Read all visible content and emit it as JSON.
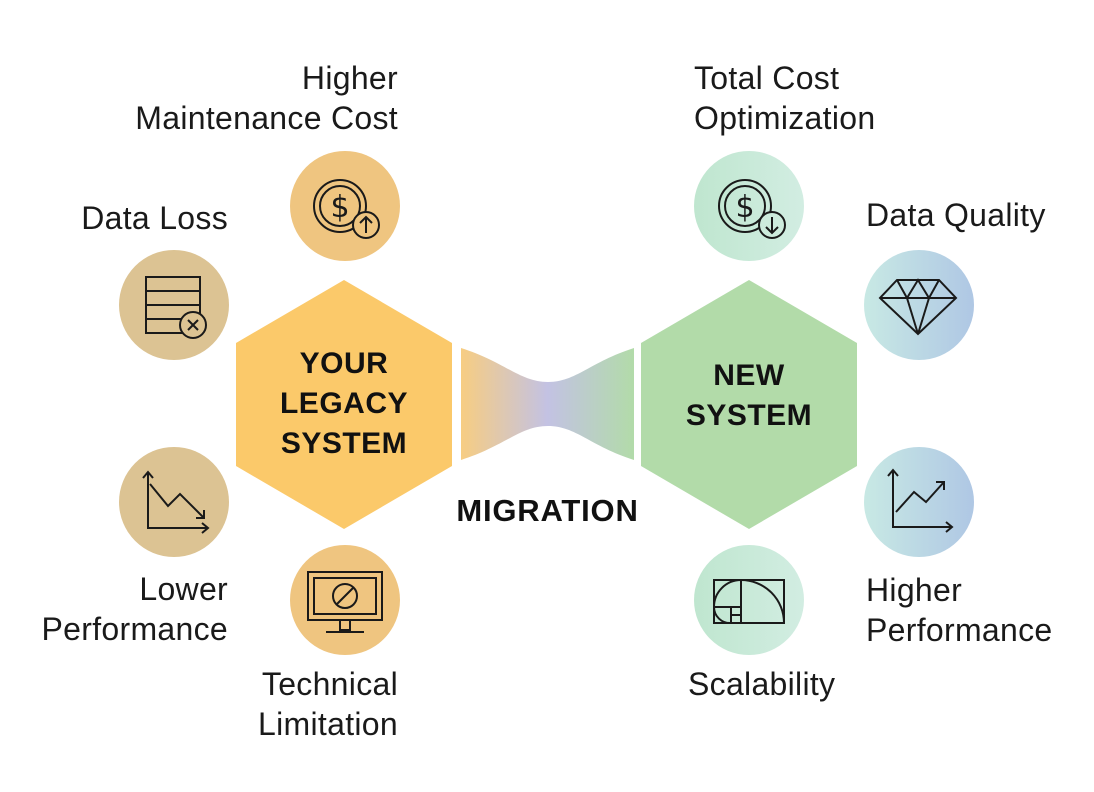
{
  "legacy": {
    "title_lines": [
      "YOUR",
      "LEGACY",
      "SYSTEM"
    ],
    "color": "#fbc96a",
    "issues": [
      {
        "lines": [
          "Higher",
          "Maintenance Cost"
        ],
        "icon": "dollar-up-icon"
      },
      {
        "lines": [
          "Data Loss"
        ],
        "icon": "database-error-icon"
      },
      {
        "lines": [
          "Lower",
          "Performance"
        ],
        "icon": "chart-down-icon"
      },
      {
        "lines": [
          "Technical",
          "Limitation"
        ],
        "icon": "monitor-blocked-icon"
      }
    ]
  },
  "new_system": {
    "title_lines": [
      "NEW",
      "SYSTEM"
    ],
    "color": "#b2dba9",
    "benefits": [
      {
        "lines": [
          "Total Cost",
          "Optimization"
        ],
        "icon": "dollar-down-icon"
      },
      {
        "lines": [
          "Data Quality"
        ],
        "icon": "diamond-icon"
      },
      {
        "lines": [
          "Higher",
          "Performance"
        ],
        "icon": "chart-up-icon"
      },
      {
        "lines": [
          "Scalability"
        ],
        "icon": "golden-ratio-icon"
      }
    ]
  },
  "migration": {
    "label": "MIGRATION"
  },
  "colors": {
    "legacy_circle": "#efc580",
    "legacy_circle_dark": "#dcc393",
    "new_circle_green": "#c7e6d5",
    "new_circle_blue_start": "#c6e6e3",
    "new_circle_blue_end": "#b3c9e3",
    "funnel_mid": "#c3c2e3"
  }
}
